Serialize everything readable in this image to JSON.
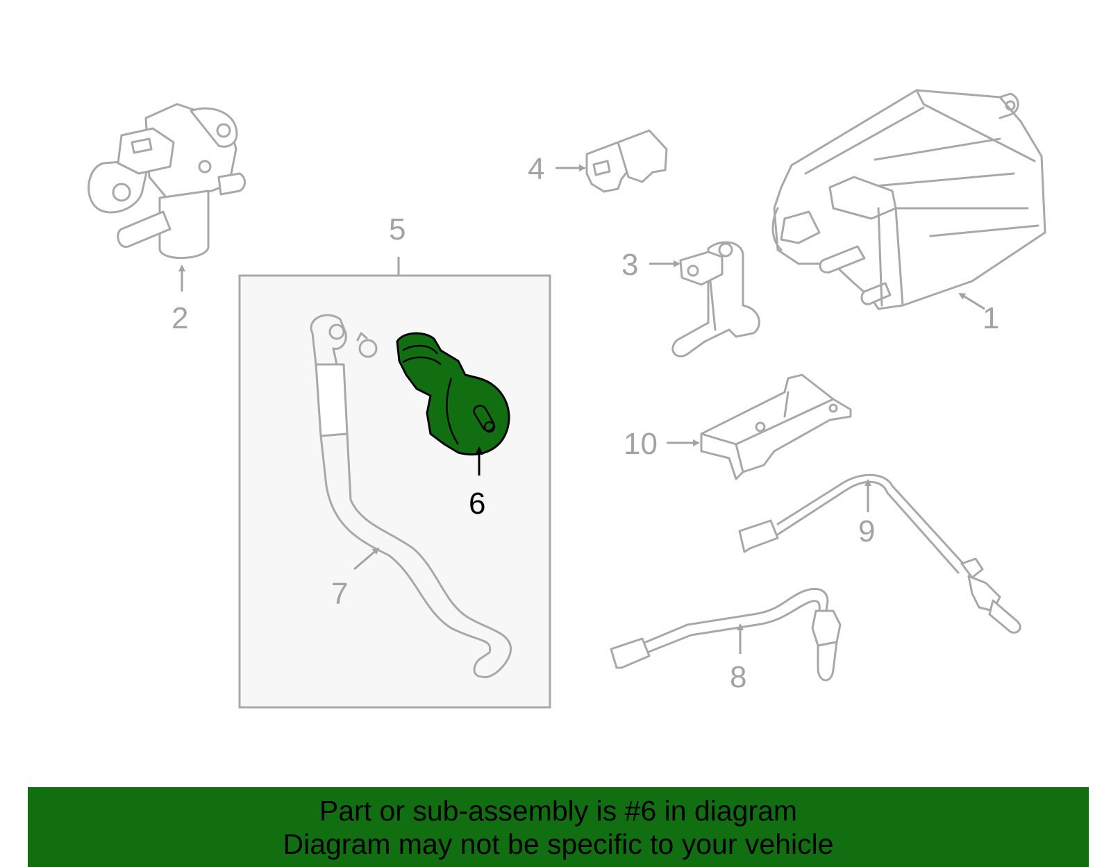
{
  "callouts": {
    "c1": "1",
    "c2": "2",
    "c3": "3",
    "c4": "4",
    "c5": "5",
    "c6": "6",
    "c7": "7",
    "c8": "8",
    "c9": "9",
    "c10": "10"
  },
  "highlight_color": "#116f11",
  "banner": {
    "line1": "Part or sub-assembly is #6 in diagram",
    "line2": "Diagram may not be specific to your vehicle"
  }
}
